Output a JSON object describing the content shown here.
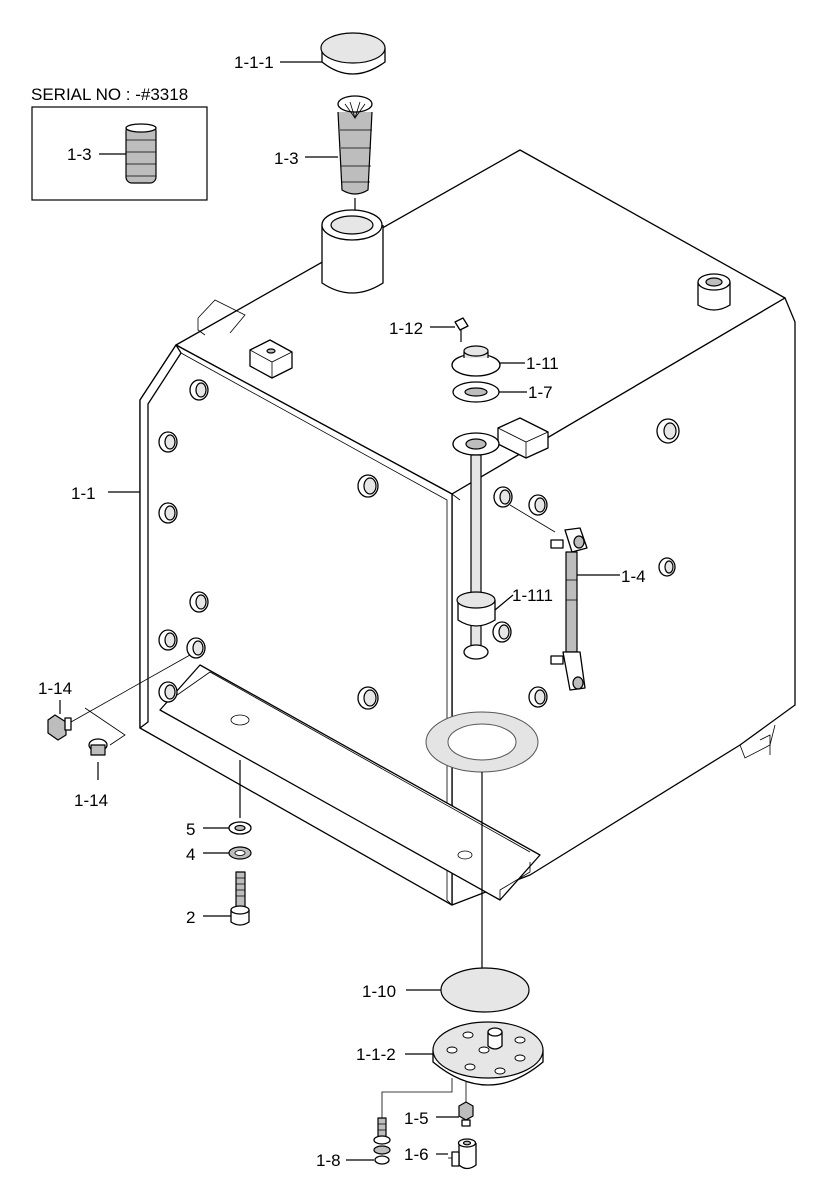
{
  "serial_note": "SERIAL NO : -#3318",
  "labels": {
    "cap": "1-1-1",
    "strainer": "1-3",
    "strainer_old": "1-3",
    "tank": "1-1",
    "screw": "1-12",
    "cover": "1-11",
    "gasket": "1-7",
    "float": "1-111",
    "level_gauge": "1-4",
    "plug_top": "1-14",
    "plug_bottom": "1-14",
    "washer_5": "5",
    "washer_4": "4",
    "bolt_2": "2",
    "oring": "1-10",
    "drain_cover": "1-1-2",
    "fitting": "1-5",
    "valve": "1-6",
    "bolt_set": "1-8"
  }
}
